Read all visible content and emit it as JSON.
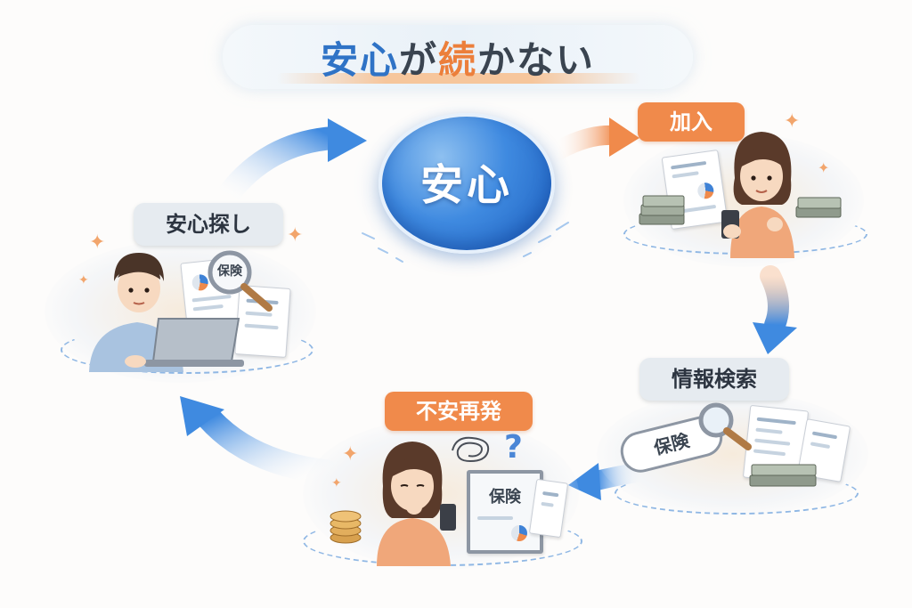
{
  "title": {
    "part1": "安心",
    "part2": "が",
    "part3": "続",
    "part4": "かない"
  },
  "center": {
    "label": "安心"
  },
  "stages": {
    "join": {
      "label": "加入"
    },
    "info_search": {
      "label": "情報検索",
      "search_text": "保険"
    },
    "anxiety": {
      "label": "不安再発",
      "clipboard_text": "保険",
      "question": "?"
    },
    "seek": {
      "label": "安心探し",
      "magnifier_text": "保険"
    }
  },
  "colors": {
    "accent_blue": "#2f73c6",
    "accent_orange": "#ec7f3b",
    "label_orange": "#f08a4b",
    "label_grey": "#e6ebf0",
    "arrow_blue": "#3f8ae0"
  }
}
